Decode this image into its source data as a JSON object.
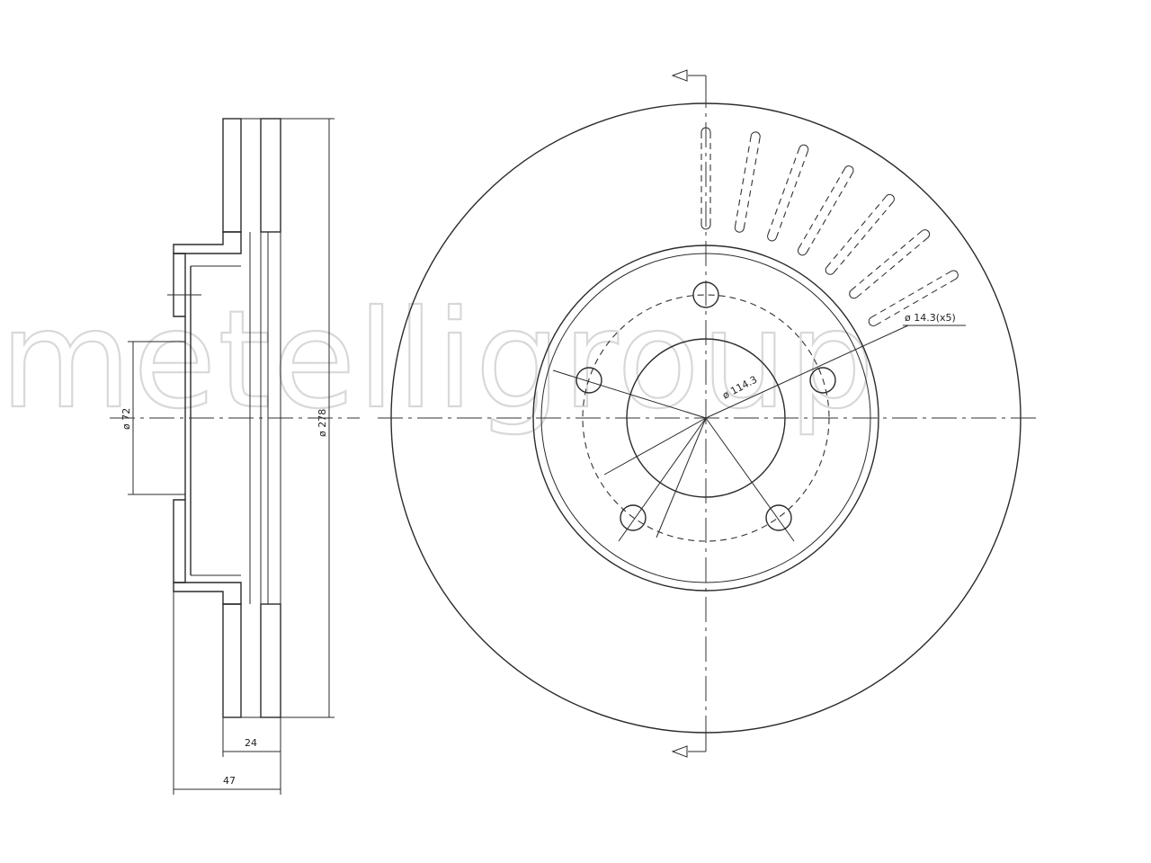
{
  "watermark": "metelligroup",
  "dimensions": {
    "hub_width": "47",
    "disc_thickness": "24",
    "center_bore": "ø 72",
    "outer_diameter": "ø 278",
    "bolt_circle": "ø 114.3",
    "bolt_holes": "ø 14.3(x5)"
  },
  "colors": {
    "line": "#2b2b2b",
    "hatch": "#555555",
    "watermark": "#d8d8d8"
  }
}
